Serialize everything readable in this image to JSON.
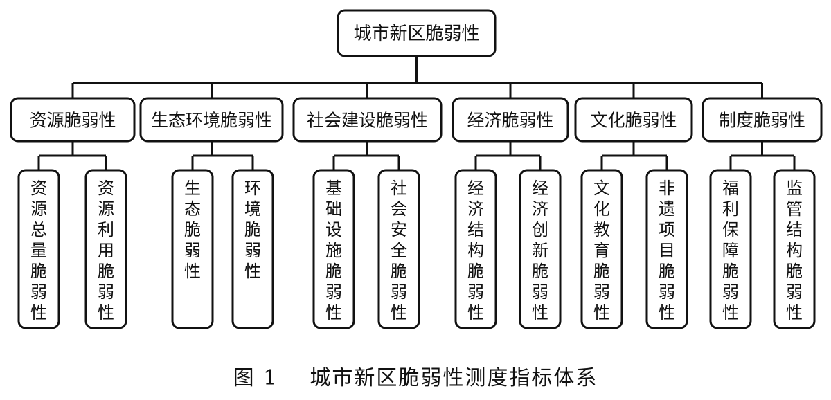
{
  "diagram": {
    "root": "城市新区脆弱性",
    "dimensions": [
      {
        "label": "资源脆弱性",
        "indicators": [
          "资源总量脆弱性",
          "资源利用脆弱性"
        ]
      },
      {
        "label": "生态环境脆弱性",
        "indicators": [
          "生态脆弱性",
          "环境脆弱性"
        ]
      },
      {
        "label": "社会建设脆弱性",
        "indicators": [
          "基础设施脆弱性",
          "社会安全脆弱性"
        ]
      },
      {
        "label": "经济脆弱性",
        "indicators": [
          "经济结构脆弱性",
          "经济创新脆弱性"
        ]
      },
      {
        "label": "文化脆弱性",
        "indicators": [
          "文化教育脆弱性",
          "非遗项目脆弱性"
        ]
      },
      {
        "label": "制度脆弱性",
        "indicators": [
          "福利保障脆弱性",
          "监管结构脆弱性"
        ]
      }
    ]
  },
  "caption": "图 1    城市新区脆弱性测度指标体系"
}
